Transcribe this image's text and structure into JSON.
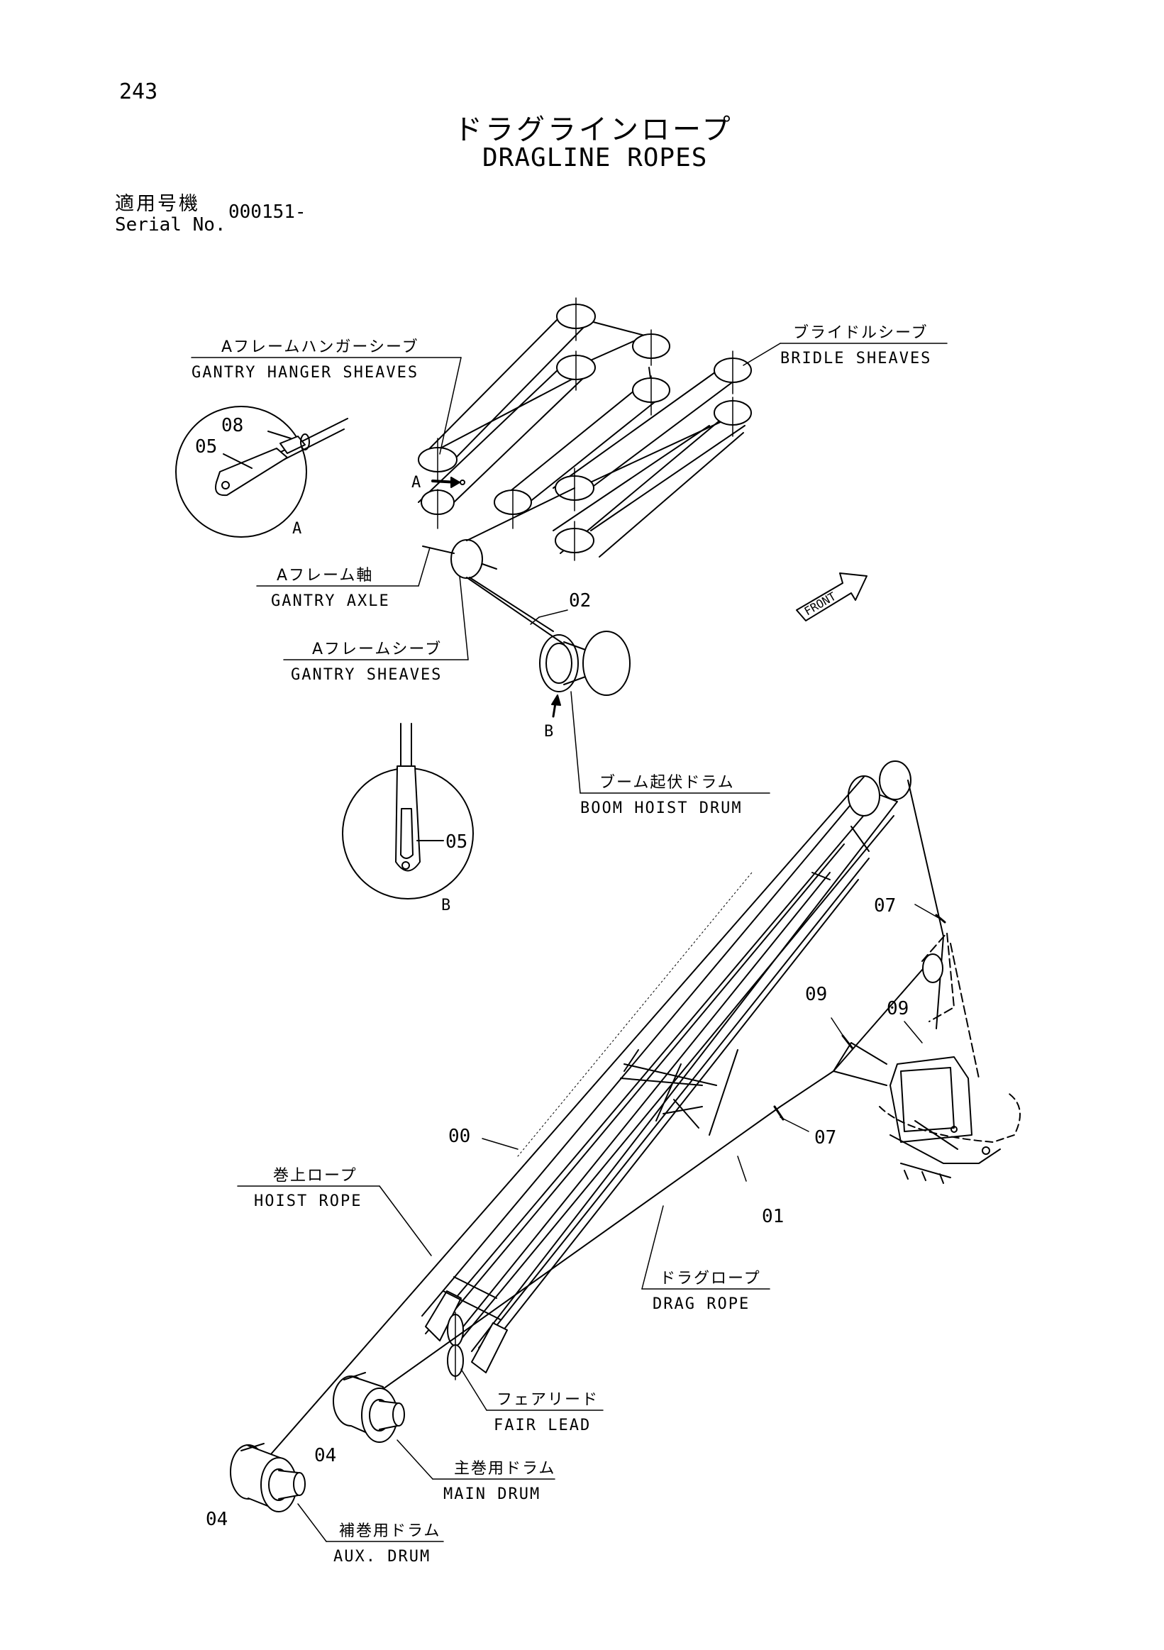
{
  "header": {
    "page_number": "243",
    "title_jp": "ドラグラインロープ",
    "title_en": "DRAGLINE ROPES",
    "serial_label_jp": "適用号機",
    "serial_label_en": "Serial No.",
    "serial_value": "000151-"
  },
  "labels": {
    "gantry_hanger_jp": "Aフレームハンガーシーブ",
    "gantry_hanger_en": "GANTRY HANGER SHEAVES",
    "bridle_jp": "ブライドルシーブ",
    "bridle_en": "BRIDLE SHEAVES",
    "gantry_axle_jp": "Aフレーム軸",
    "gantry_axle_en": "GANTRY AXLE",
    "gantry_sheaves_jp": "Aフレームシーブ",
    "gantry_sheaves_en": "GANTRY SHEAVES",
    "boom_hoist_jp": "ブーム起伏ドラム",
    "boom_hoist_en": "BOOM HOIST DRUM",
    "hoist_rope_jp": "巻上ロープ",
    "hoist_rope_en": "HOIST ROPE",
    "drag_rope_jp": "ドラグロープ",
    "drag_rope_en": "DRAG ROPE",
    "fair_lead_jp": "フェアリード",
    "fair_lead_en": "FAIR LEAD",
    "main_drum_jp": "主巻用ドラム",
    "main_drum_en": "MAIN DRUM",
    "aux_drum_jp": "補巻用ドラム",
    "aux_drum_en": "AUX. DRUM",
    "front": "FRONT"
  },
  "detail_views": {
    "a": "A",
    "b": "B"
  },
  "callouts": {
    "p00": "00",
    "p01": "01",
    "p02": "02",
    "p04_main": "04",
    "p04_aux": "04",
    "p05_a": "05",
    "p05_b": "05",
    "p07_top": "07",
    "p07_low": "07",
    "p08": "08",
    "p09_left": "09",
    "p09_right": "09"
  }
}
